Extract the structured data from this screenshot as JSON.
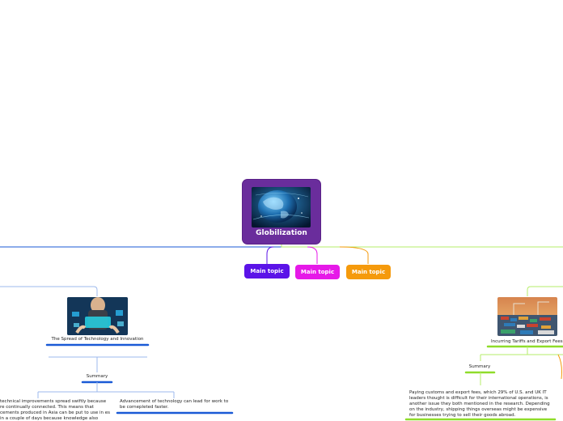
{
  "central": {
    "title": "Globilization",
    "image_icon": "globe-network-icon"
  },
  "main_topics": [
    {
      "label": "Main topic",
      "color": "#5b13e8"
    },
    {
      "label": "Main topic",
      "color": "#e619e8"
    },
    {
      "label": "Main topic",
      "color": "#f59a0c"
    }
  ],
  "left_branch": {
    "color": "#1a5ad6",
    "topic": "The Spread of Technology and Innovation",
    "image_icon": "tech-hands-icon",
    "summary": "Summary",
    "details": [
      "technical improvements spread swiftly because re continually connected. This means that cements produced in Asia can be put to use in es in a couple of days because knowledge also",
      "Advancement of technology can lead for work to be cornepleted faster."
    ]
  },
  "right_branch": {
    "color": "#8fdc2a",
    "topic": "Incurring Tariffs and Export Fees",
    "image_icon": "shipping-port-icon",
    "summary": "Summary",
    "detail": "Paying customs and export fees, which 29% of U.S. and UK IT leaders thought is difficult for their international operations, is another issue they both mentioned in the research. Depending on the industry, shipping things overseas might be expensive for businesses trying to sell their goods abroad."
  }
}
